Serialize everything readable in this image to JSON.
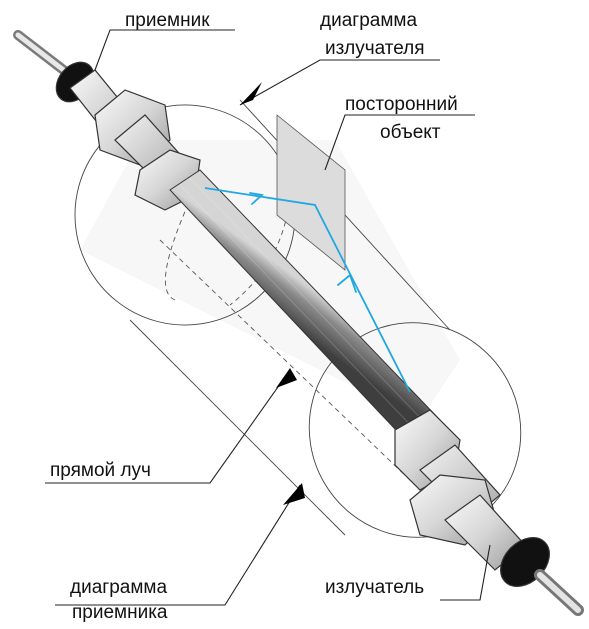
{
  "labels": {
    "receiver": "приемник",
    "emitter_pattern_line1": "диаграмма",
    "emitter_pattern_line2": "излучателя",
    "foreign_object_line1": "посторонний",
    "foreign_object_line2": "объект",
    "direct_beam": "прямой луч",
    "receiver_pattern_line1": "диаграмма",
    "receiver_pattern_line2": "приемника",
    "emitter": "излучатель"
  },
  "colors": {
    "beam": "#20a8e0",
    "outline": "#333333",
    "rod_dark": "#5a5a5a",
    "rod_light": "#bdbdbd",
    "object_fill": "#d9d9d9"
  },
  "icons": {
    "arrow": "black-triangle-arrow"
  }
}
